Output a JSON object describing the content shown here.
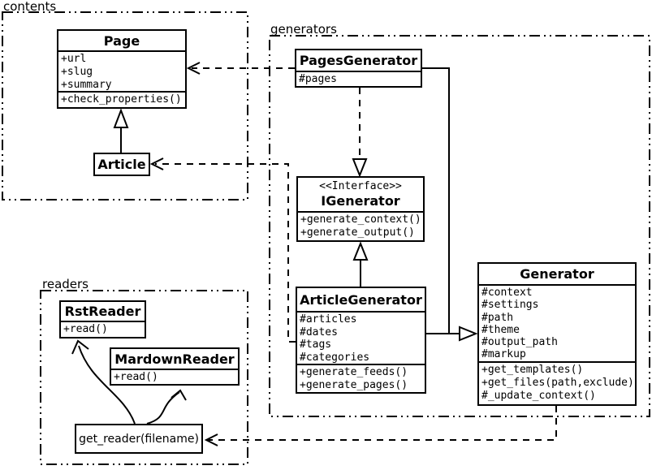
{
  "colors": {
    "stroke": "#000000",
    "background": "#ffffff",
    "box_fill": "#ffffff"
  },
  "packages": [
    {
      "label": "contents"
    },
    {
      "label": "generators"
    },
    {
      "label": "readers"
    }
  ],
  "classes": {
    "page": {
      "name": "Page",
      "attributes": [
        "+url",
        "+slug",
        "+summary"
      ],
      "methods": [
        "+check_properties()"
      ]
    },
    "article": {
      "name": "Article"
    },
    "pages_generator": {
      "name": "PagesGenerator",
      "attributes": [
        "#pages"
      ]
    },
    "igenerator": {
      "stereotype": "<<Interface>>",
      "name": "IGenerator",
      "methods": [
        "+generate_context()",
        "+generate_output()"
      ]
    },
    "article_generator": {
      "name": "ArticleGenerator",
      "attributes": [
        "#articles",
        "#dates",
        "#tags",
        "#categories"
      ],
      "methods": [
        "+generate_feeds()",
        "+generate_pages()"
      ]
    },
    "generator": {
      "name": "Generator",
      "attributes": [
        "#context",
        "#settings",
        "#path",
        "#theme",
        "#output_path",
        "#markup"
      ],
      "methods": [
        "+get_templates()",
        "+get_files(path,exclude)",
        "#_update_context()"
      ]
    },
    "rst_reader": {
      "name": "RstReader",
      "methods": [
        "+read()"
      ]
    },
    "mardown_reader": {
      "name": "MardownReader",
      "methods": [
        "+read()"
      ]
    },
    "get_reader": {
      "name": "get_reader(filename)"
    }
  },
  "relationships": [
    {
      "from": "Article",
      "to": "Page",
      "type": "generalization"
    },
    {
      "from": "PagesGenerator",
      "to": "Page",
      "type": "dependency"
    },
    {
      "from": "ArticleGenerator",
      "to": "Article",
      "type": "dependency"
    },
    {
      "from": "PagesGenerator",
      "to": "IGenerator",
      "type": "realization"
    },
    {
      "from": "ArticleGenerator",
      "to": "IGenerator",
      "type": "generalization"
    },
    {
      "from": "PagesGenerator",
      "to": "Generator",
      "type": "generalization"
    },
    {
      "from": "ArticleGenerator",
      "to": "Generator",
      "type": "generalization"
    },
    {
      "from": "Generator",
      "to": "get_reader(filename)",
      "type": "dependency"
    },
    {
      "from": "get_reader(filename)",
      "to": "RstReader",
      "type": "arrow"
    },
    {
      "from": "get_reader(filename)",
      "to": "MardownReader",
      "type": "arrow"
    }
  ]
}
